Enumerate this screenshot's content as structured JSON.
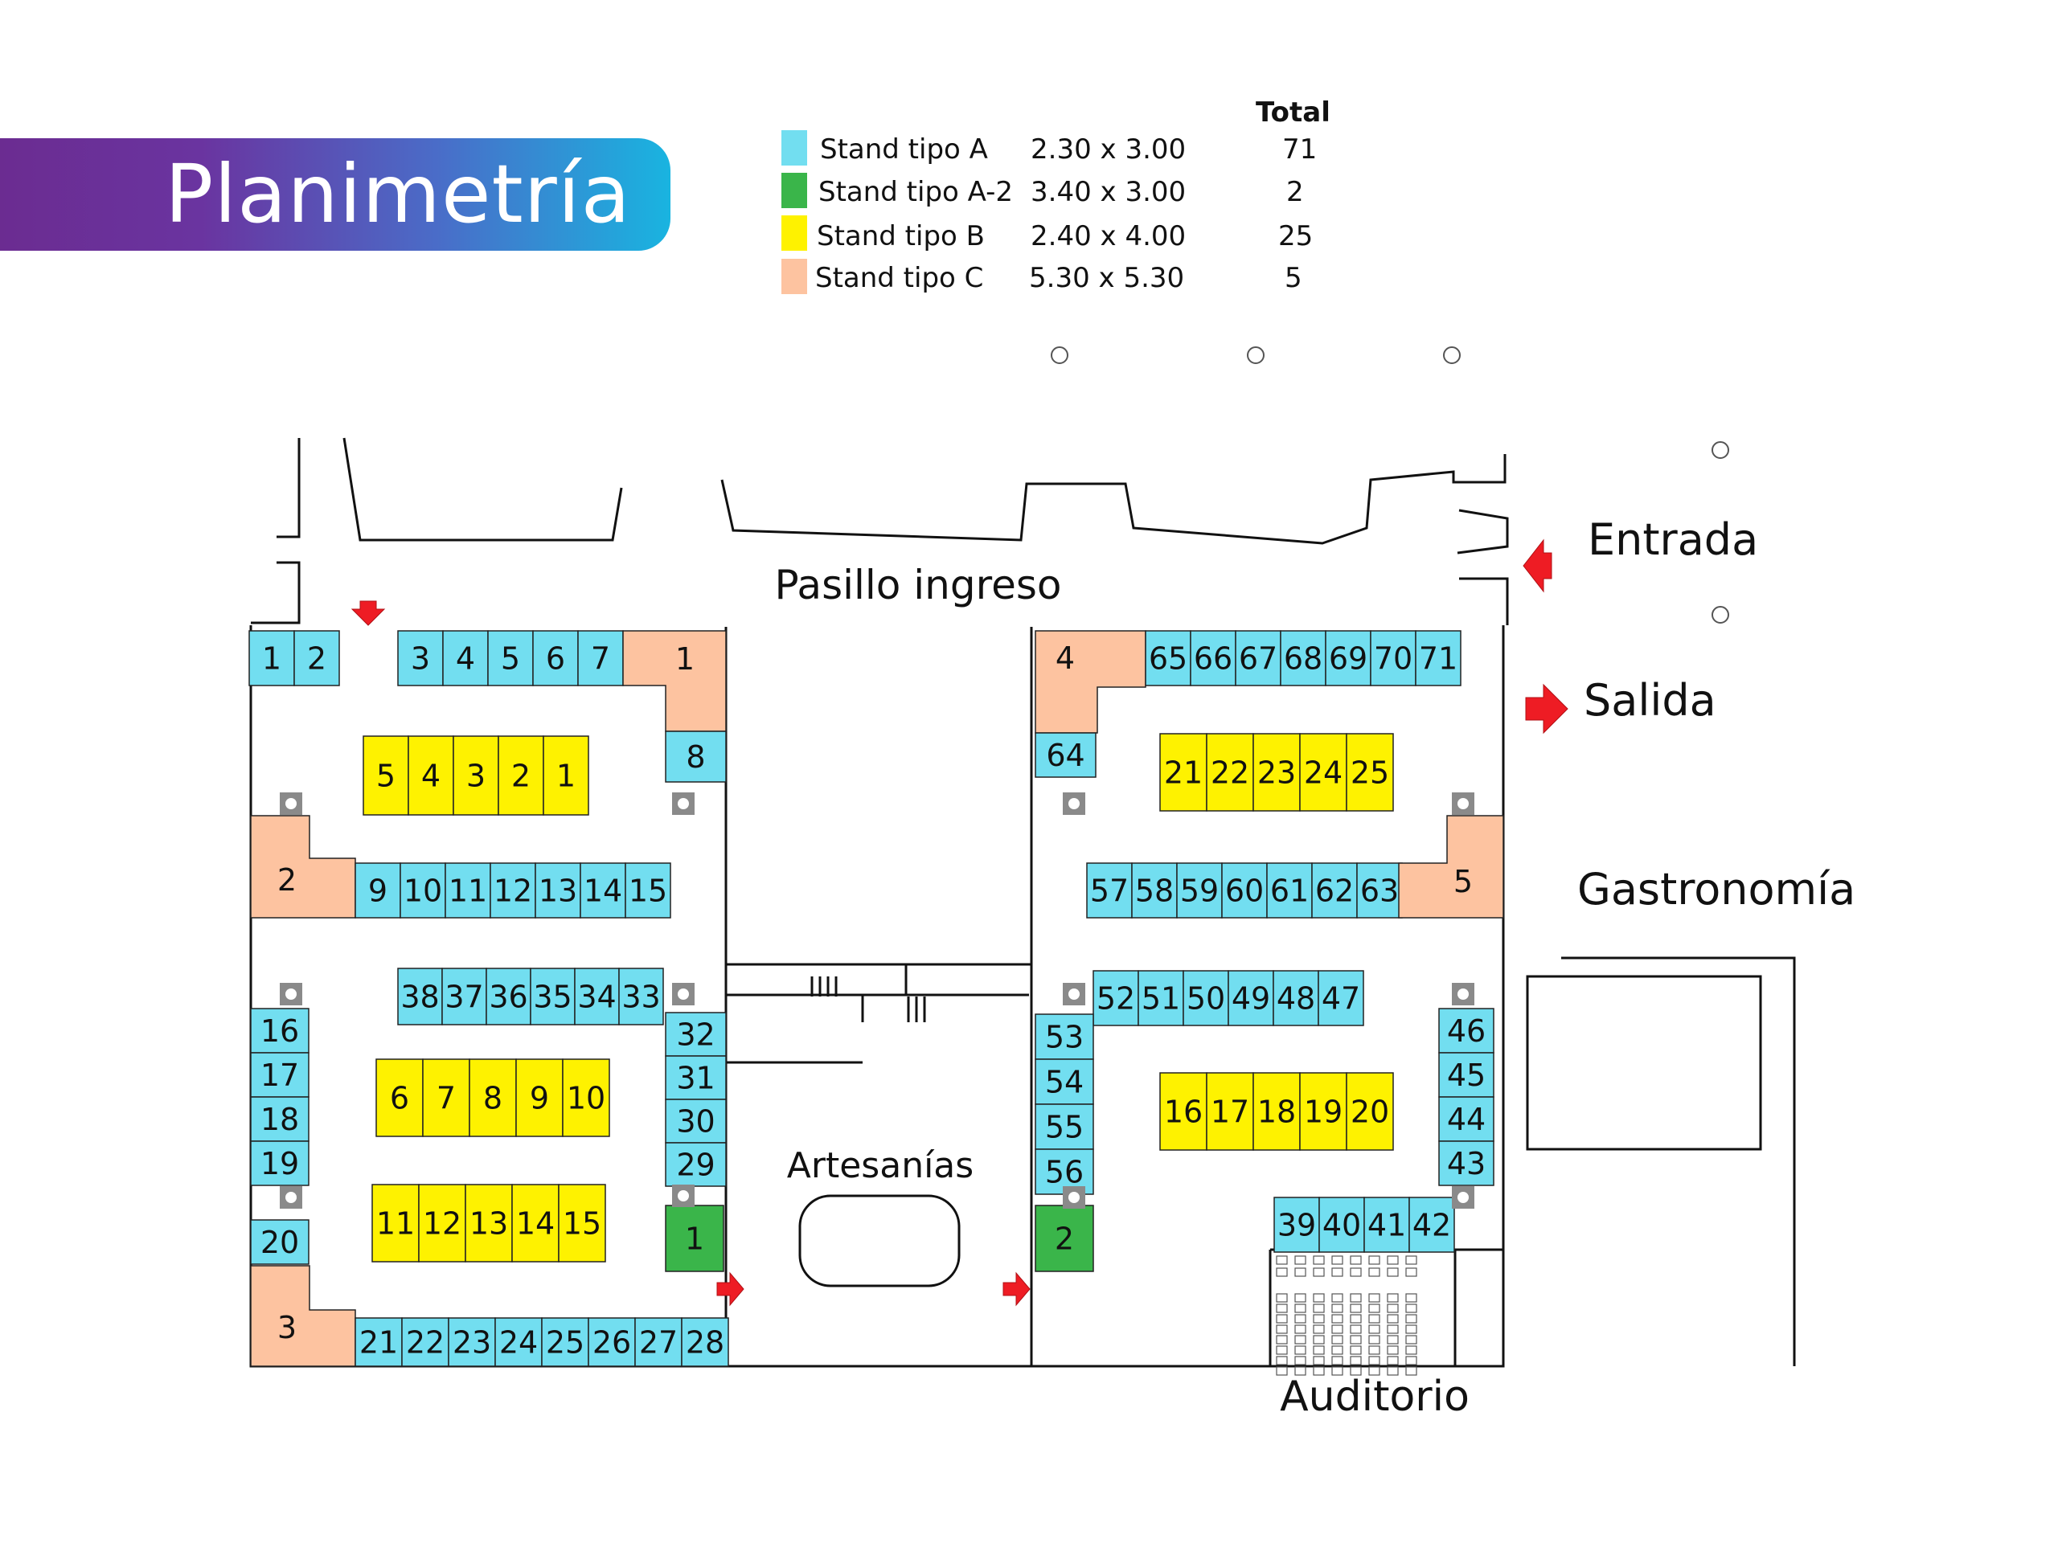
{
  "title": "Planimetría",
  "legend": {
    "total_header": "Total",
    "rows": [
      {
        "name": "Stand tipo A",
        "size": "2.30 x 3.00",
        "total": "71",
        "color": "#72def0"
      },
      {
        "name": "Stand tipo A-2",
        "size": "3.40 x 3.00",
        "total": "2",
        "color": "#3ab54a"
      },
      {
        "name": "Stand tipo B",
        "size": "2.40 x 4.00",
        "total": "25",
        "color": "#fef200"
      },
      {
        "name": "Stand tipo C",
        "size": "5.30 x 5.30",
        "total": "5",
        "color": "#fdc3a0"
      }
    ]
  },
  "areas": {
    "pasillo": "Pasillo ingreso",
    "artesanias": "Artesanías",
    "entrada": "Entrada",
    "salida": "Salida",
    "gastronomia": "Gastronomía",
    "auditorio": "Auditorio"
  },
  "colors": {
    "A": "#72def0",
    "A2": "#3ab54a",
    "B": "#fef200",
    "C": "#fdc3a0",
    "arrow": "#ee1c24"
  },
  "stands": {
    "A": [
      "1",
      "2",
      "3",
      "4",
      "5",
      "6",
      "7",
      "8",
      "9",
      "10",
      "11",
      "12",
      "13",
      "14",
      "15",
      "16",
      "17",
      "18",
      "19",
      "20",
      "21",
      "22",
      "23",
      "24",
      "25",
      "26",
      "27",
      "28",
      "29",
      "30",
      "31",
      "32",
      "33",
      "34",
      "35",
      "36",
      "37",
      "38",
      "39",
      "40",
      "41",
      "42",
      "43",
      "44",
      "45",
      "46",
      "47",
      "48",
      "49",
      "50",
      "51",
      "52",
      "53",
      "54",
      "55",
      "56",
      "57",
      "58",
      "59",
      "60",
      "61",
      "62",
      "63",
      "64",
      "65",
      "66",
      "67",
      "68",
      "69",
      "70",
      "71"
    ],
    "A2": [
      "1",
      "2"
    ],
    "B": [
      "1",
      "2",
      "3",
      "4",
      "5",
      "6",
      "7",
      "8",
      "9",
      "10",
      "11",
      "12",
      "13",
      "14",
      "15",
      "16",
      "17",
      "18",
      "19",
      "20",
      "21",
      "22",
      "23",
      "24",
      "25"
    ],
    "C": [
      "1",
      "2",
      "3",
      "4",
      "5"
    ]
  }
}
